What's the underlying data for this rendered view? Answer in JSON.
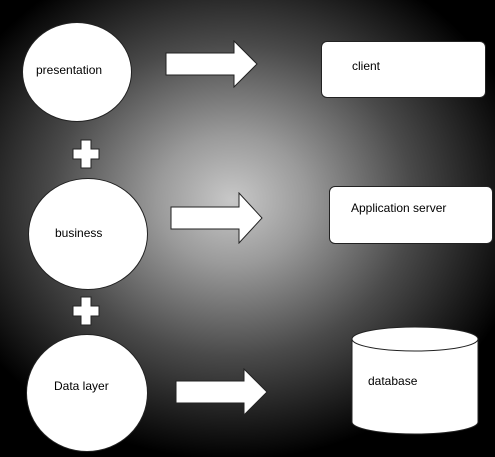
{
  "layers": {
    "presentation": "presentation",
    "business": "business",
    "data": "Data layer"
  },
  "targets": {
    "client": "client",
    "app_server": "Application server",
    "database": "database"
  },
  "colors": {
    "shape_fill": "#ffffff",
    "background_edge": "#000000",
    "background_center": "#c8c8c8"
  }
}
